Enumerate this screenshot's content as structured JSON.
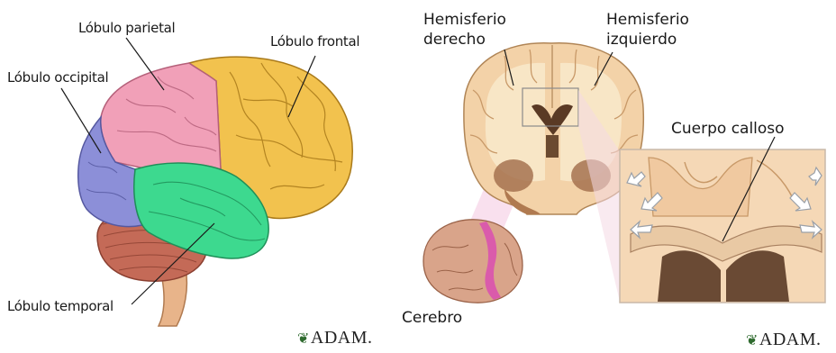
{
  "left_panel": {
    "labels": {
      "parietal": "Lóbulo parietal",
      "frontal": "Lóbulo frontal",
      "occipital": "Lóbulo occipital",
      "temporal": "Lóbulo temporal"
    },
    "logo": "ADAM."
  },
  "right_panel": {
    "labels": {
      "right_hemisphere_line1": "Hemisferio",
      "right_hemisphere_line2": "derecho",
      "left_hemisphere_line1": "Hemisferio",
      "left_hemisphere_line2": "izquierdo",
      "corpus_callosum": "Cuerpo calloso",
      "brain": "Cerebro"
    },
    "logo": "ADAM."
  },
  "colors": {
    "frontal": "#f2c24e",
    "parietal": "#f1a0b8",
    "occipital": "#8c8fd8",
    "temporal": "#3dd98f",
    "cerebellum": "#c46a57",
    "brainstem": "#e8b48a",
    "section_tissue": "#f3d2a8",
    "section_white": "#f8e6c6",
    "highlight": "#d94fb0"
  }
}
